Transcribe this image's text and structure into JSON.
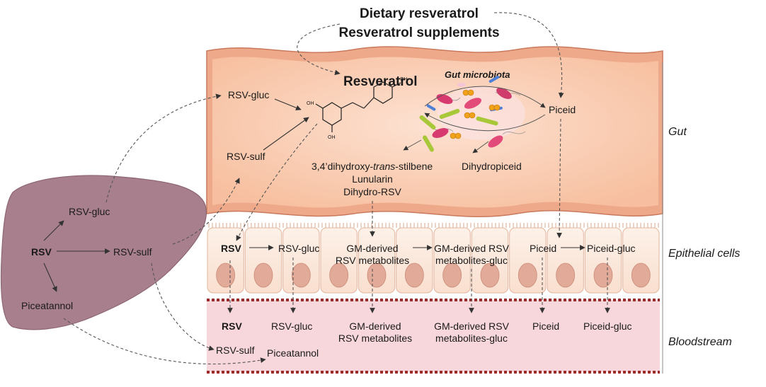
{
  "title": {
    "line1": "Dietary resveratrol",
    "line2": "Resveratrol supplements"
  },
  "regions": {
    "gut": "Gut",
    "epithelial": "Epithelial cells",
    "bloodstream": "Bloodstream"
  },
  "liver": {
    "rsv": "RSV",
    "rsv_gluc": "RSV-gluc",
    "rsv_sulf": "RSV-sulf",
    "piceatannol": "Piceatannol"
  },
  "gut": {
    "resveratrol": "Resveratrol",
    "gut_microbiota": "Gut microbiota",
    "rsv_gluc": "RSV-gluc",
    "rsv_sulf": "RSV-sulf",
    "piceid": "Piceid",
    "dihydroxy_prefix": "3,4’dihydroxy-",
    "dihydroxy_italic": "trans",
    "dihydroxy_suffix": "-stilbene",
    "lunularin": "Lunularin",
    "dihydro_rsv": "Dihydro-RSV",
    "dihydropiceid": "Dihydropiceid",
    "oh": "OH"
  },
  "epithelial": {
    "rsv": "RSV",
    "rsv_gluc": "RSV-gluc",
    "gm_derived_1": "GM-derived",
    "gm_derived_2": "RSV metabolites",
    "gm_gluc_1": "GM-derived RSV",
    "gm_gluc_2": "metabolites-gluc",
    "piceid": "Piceid",
    "piceid_gluc": "Piceid-gluc"
  },
  "blood": {
    "rsv": "RSV",
    "rsv_gluc": "RSV-gluc",
    "gm_derived_1": "GM-derived",
    "gm_derived_2": "RSV metabolites",
    "gm_gluc_1": "GM-derived RSV",
    "gm_gluc_2": "metabolites-gluc",
    "piceid": "Piceid",
    "piceid_gluc": "Piceid-gluc",
    "rsv_sulf": "RSV-sulf",
    "piceatannol": "Piceatannol"
  },
  "colors": {
    "gut_fill": "#f9c9ad",
    "gut_edge": "#d9866a",
    "liver": "#a87f8c",
    "cell_fill": "#fbe9dc",
    "nucleus": "#e2aa98",
    "blood_fill": "#f8d7dc",
    "blood_dots": "#9c2b2b"
  }
}
